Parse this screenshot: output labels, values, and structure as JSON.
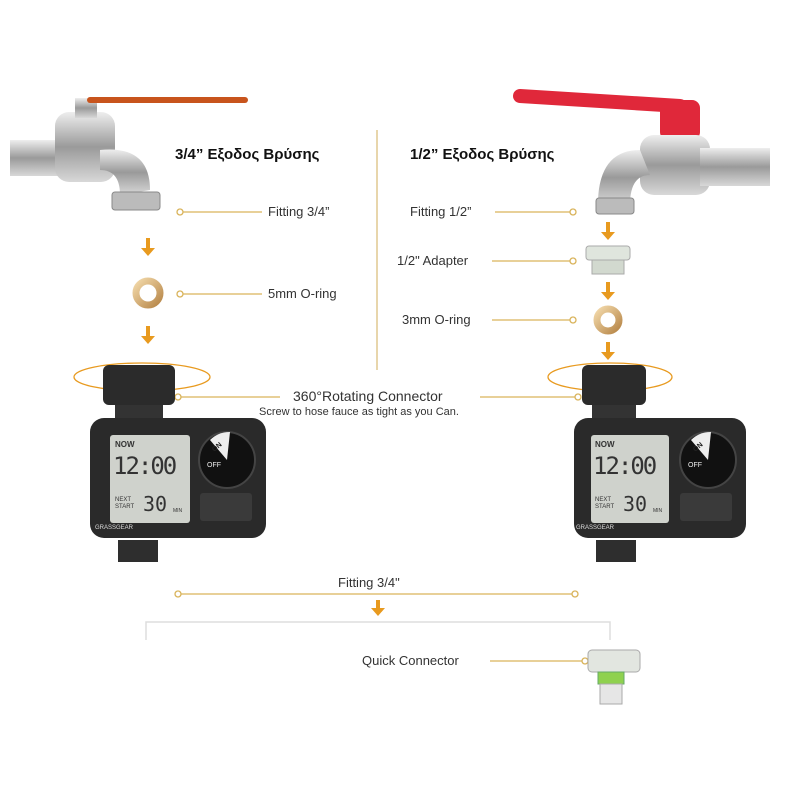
{
  "left": {
    "title": "3/4” Εξοδος Βρύσης",
    "fitting": "Fitting 3/4”",
    "oring": "5mm O-ring"
  },
  "right": {
    "title": "1/2” Εξοδος Βρύσης",
    "fitting": "Fitting 1/2”",
    "adapter": "1/2\" Adapter",
    "oring": "3mm O-ring"
  },
  "connector": {
    "title": "360°Rotating Connector",
    "subtitle": "Screw to hose fauce as tight as you Can."
  },
  "bottom": {
    "fitting": "Fitting 3/4\"",
    "quick": "Quick Connector"
  },
  "timer": {
    "now": "NOW",
    "time": "12:00",
    "next": "NEXT",
    "start": "START",
    "minutes": "30",
    "unit": "MIN",
    "on": "ON",
    "off": "OFF",
    "brand": "GRASSGEAR"
  },
  "colors": {
    "accent": "#e89a1f",
    "line": "#d9b35a",
    "handle_left": "#c8541d",
    "handle_right": "#e0283a"
  }
}
